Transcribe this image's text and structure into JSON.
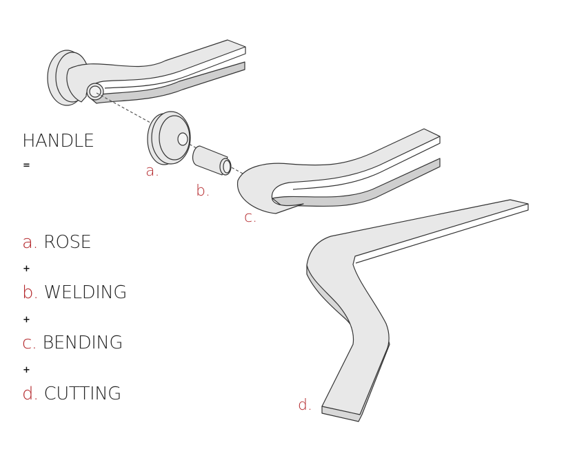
{
  "title": "HANDLE",
  "equals": "=",
  "plus": "+",
  "accent_color": "#b3262a",
  "steps": [
    {
      "letter": "a.",
      "name": "ROSE"
    },
    {
      "letter": "b.",
      "name": "WELDING"
    },
    {
      "letter": "c.",
      "name": "BENDING"
    },
    {
      "letter": "d.",
      "name": "CUTTING"
    }
  ],
  "callouts": [
    "a.",
    "b.",
    "c.",
    "d."
  ]
}
